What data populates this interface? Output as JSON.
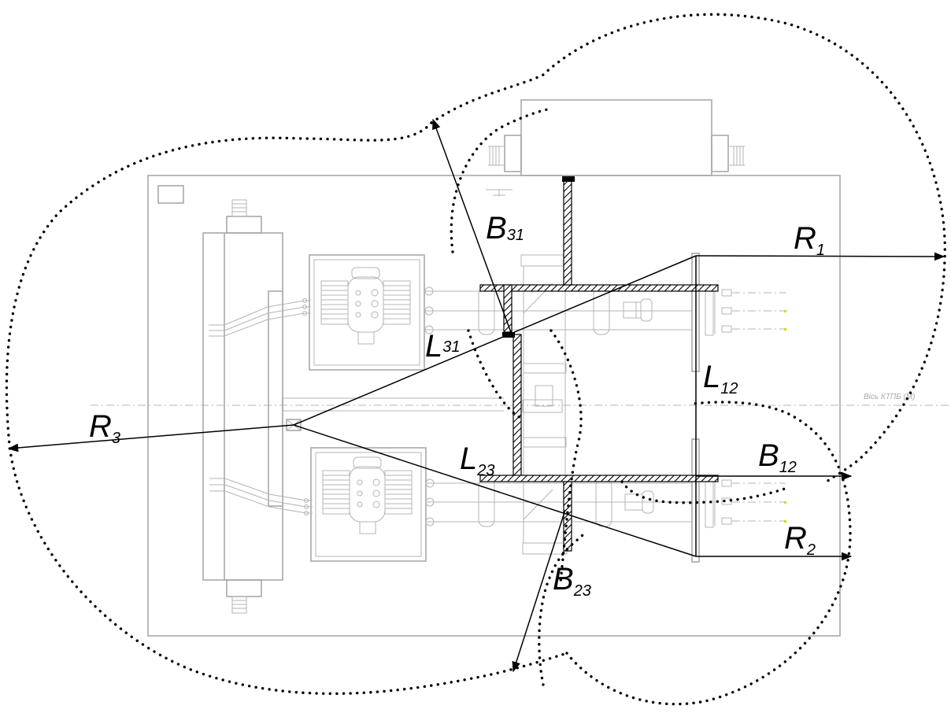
{
  "axis_label": "Вісь КТПБ (М)",
  "labels": {
    "R1": {
      "main": "R",
      "sub": "1"
    },
    "R2": {
      "main": "R",
      "sub": "2"
    },
    "R3": {
      "main": "R",
      "sub": "3"
    },
    "L12": {
      "main": "L",
      "sub": "12"
    },
    "L23": {
      "main": "L",
      "sub": "23"
    },
    "L31": {
      "main": "L",
      "sub": "31"
    },
    "B12": {
      "main": "B",
      "sub": "12"
    },
    "B23": {
      "main": "B",
      "sub": "23"
    },
    "B31": {
      "main": "B",
      "sub": "31"
    }
  },
  "colors": {
    "equipment": "#a8a8a8",
    "zone": "#000000",
    "measure": "#000000",
    "feeder_dot": "#d8d800"
  }
}
